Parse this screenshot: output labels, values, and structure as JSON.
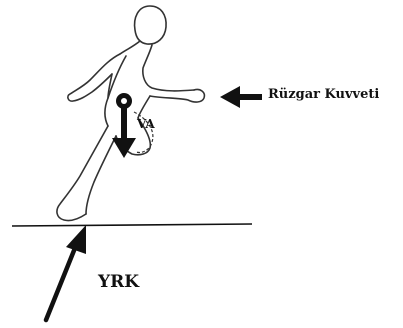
{
  "labels": {
    "wind_force": "Rüzgar Kuvveti",
    "center_of_mass": "VA",
    "ground_reaction_force": "YRK"
  },
  "icons": {
    "runner": "runner-figure",
    "center_of_mass": "center-of-mass-marker",
    "gravity": "down-arrow",
    "wind": "left-arrow",
    "ground_reaction": "diagonal-arrow"
  }
}
